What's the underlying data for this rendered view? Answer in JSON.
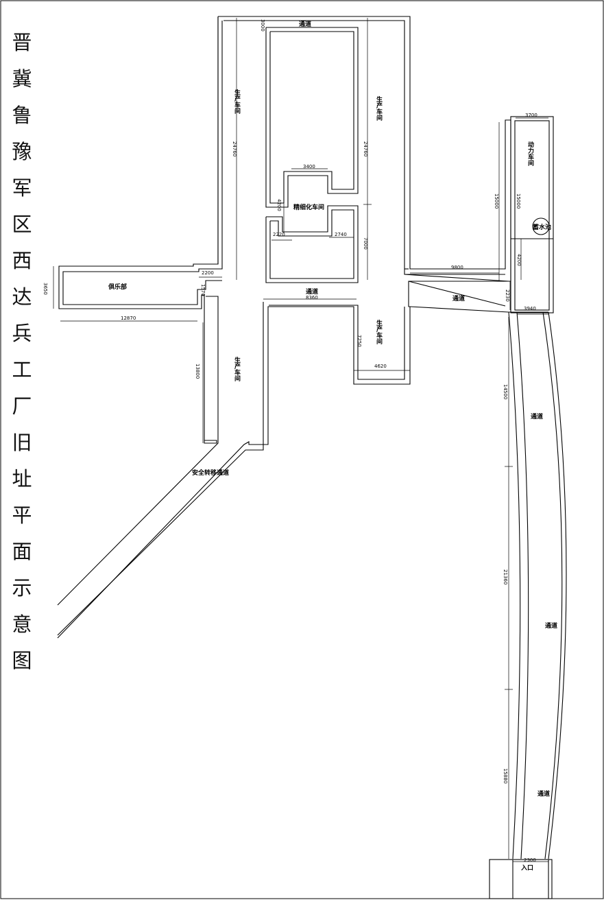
{
  "title": "晋冀鲁豫军区西达兵工厂旧址平面示意图",
  "labels": {
    "passage_top": "通道",
    "workshop_left_top": "生产车间",
    "workshop_right_top": "生产车间",
    "refining": "精细化车间",
    "club": "俱乐部",
    "passage_mid": "通道",
    "passage_right": "通道",
    "workshop_bottom_mid": "生产车间",
    "workshop_bottom_left": "生产车间",
    "safety_exit": "安全转移通道",
    "power": "动力车间",
    "reservoir": "蓄水池",
    "passage_curve_1": "通道",
    "passage_curve_2": "通道",
    "passage_curve_3": "通道",
    "entrance": "入口"
  },
  "dimensions": {
    "d3000": "3000",
    "d24760_left": "24760",
    "d24760_right": "24760",
    "d3400": "3400",
    "d4200": "4200",
    "d2220": "2220",
    "d2740": "2740",
    "d7000": "7000",
    "d2200": "2200",
    "d3650": "3650",
    "d1570": "1570",
    "d12870": "12870",
    "d8360": "8360",
    "d7250": "7250",
    "d4620": "4620",
    "d13800": "13800",
    "d3700": "3700",
    "d15000_a": "15000",
    "d15000_b": "15000",
    "d9800": "9800",
    "d4200_b": "4200",
    "d2230": "2230",
    "d3940": "3940",
    "d14500": "14500",
    "d21360": "21360",
    "d15880": "15880",
    "d2300": "2300"
  }
}
